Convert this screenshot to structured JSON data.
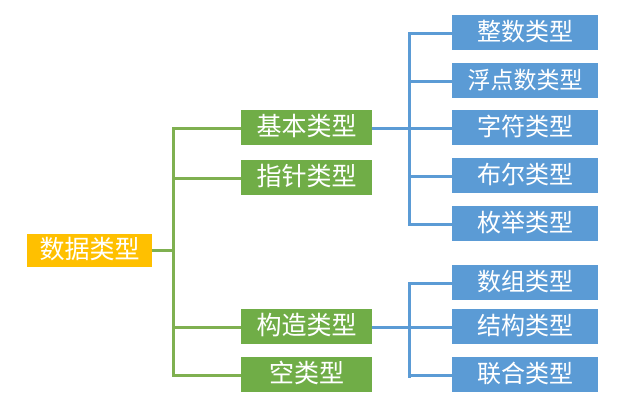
{
  "diagram": {
    "title": "数据类型",
    "type": "mindmap-tree",
    "colors": {
      "root": "#FFC000",
      "branch": "#70AD47",
      "leaf": "#5B9BD5",
      "connector_green": "#7FB050",
      "connector_blue": "#5B9BD5",
      "text": "#FFFFFF",
      "background": "#FFFFFF"
    },
    "root": {
      "label": "数据类型"
    },
    "branches": [
      {
        "label": "基本类型",
        "leaves": [
          {
            "label": "整数类型"
          },
          {
            "label": "浮点数类型"
          },
          {
            "label": "字符类型"
          },
          {
            "label": "布尔类型"
          },
          {
            "label": "枚举类型"
          }
        ]
      },
      {
        "label": "指针类型",
        "leaves": []
      },
      {
        "label": "构造类型",
        "leaves": [
          {
            "label": "数组类型"
          },
          {
            "label": "结构类型"
          },
          {
            "label": "联合类型"
          }
        ]
      },
      {
        "label": "空类型",
        "leaves": []
      }
    ]
  }
}
